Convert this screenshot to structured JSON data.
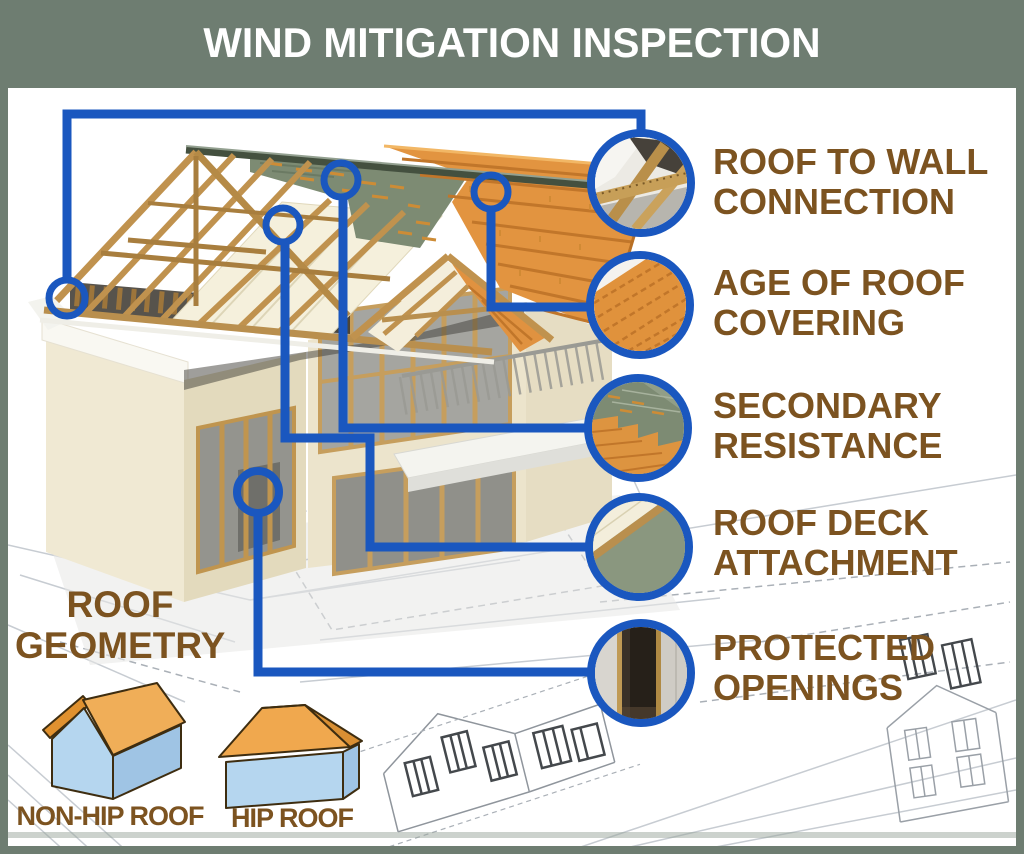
{
  "header": {
    "title": "WIND MITIGATION INSPECTION"
  },
  "callouts": [
    {
      "id": "roof-to-wall-connection",
      "lines": [
        "ROOF TO WALL",
        "CONNECTION"
      ],
      "photo_icon": "roof-truss-corner"
    },
    {
      "id": "age-of-roof-covering",
      "lines": [
        "AGE OF ROOF",
        "COVERING"
      ],
      "photo_icon": "orange-tile-roof"
    },
    {
      "id": "secondary-resistance",
      "lines": [
        "SECONDARY",
        "RESISTANCE"
      ],
      "photo_icon": "underlayment-with-tile-courses"
    },
    {
      "id": "roof-deck-attachment",
      "lines": [
        "ROOF DECK",
        "ATTACHMENT"
      ],
      "photo_icon": "roof-deck-layer-section"
    },
    {
      "id": "protected-openings",
      "lines": [
        "PROTECTED",
        "OPENINGS"
      ],
      "photo_icon": "dark-door-opening"
    }
  ],
  "roof_geometry": {
    "title_lines": [
      "ROOF",
      "GEOMETRY"
    ],
    "types": [
      {
        "id": "non-hip-roof",
        "label": "NON-HIP ROOF"
      },
      {
        "id": "hip-roof",
        "label": "HIP ROOF"
      }
    ]
  },
  "colors": {
    "header_sage": "#6e7d71",
    "accent_blue": "#1a57bf",
    "text_brown": "#7c5320",
    "tile_orange": "#e29440",
    "sheathing_green": "#7d8b73",
    "wood_tan": "#c0924e",
    "wall_cream": "#efe8d0",
    "icon_wall_blue": "#b5d6ef"
  }
}
